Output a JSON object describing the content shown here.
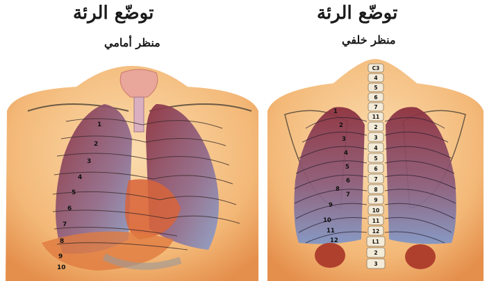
{
  "front": {
    "title": "توضّع الرئة",
    "subtitle": "منظر أمامي",
    "rib_labels": [
      "1",
      "2",
      "3",
      "4",
      "5",
      "6",
      "7",
      "8",
      "9",
      "10"
    ]
  },
  "back": {
    "title": "توضّع الرئة",
    "subtitle": "منظر خلفي",
    "vertebra_labels": [
      "C3",
      "4",
      "5",
      "6",
      "7",
      "11",
      "2",
      "3",
      "4",
      "5",
      "6",
      "7",
      "8",
      "9",
      "10",
      "11",
      "12",
      "L1",
      "2",
      "3"
    ],
    "rib_labels": [
      "1",
      "2",
      "3",
      "4",
      "5",
      "6",
      "7",
      "8",
      "9",
      "10",
      "11",
      "12"
    ]
  },
  "colors": {
    "skin": "#f6c98c",
    "skin_dark": "#e89a55",
    "lung_blue": "#7f97c9",
    "lung_red": "#8a2e3e",
    "organ": "#d9673a",
    "bone": "#f3ead8"
  }
}
